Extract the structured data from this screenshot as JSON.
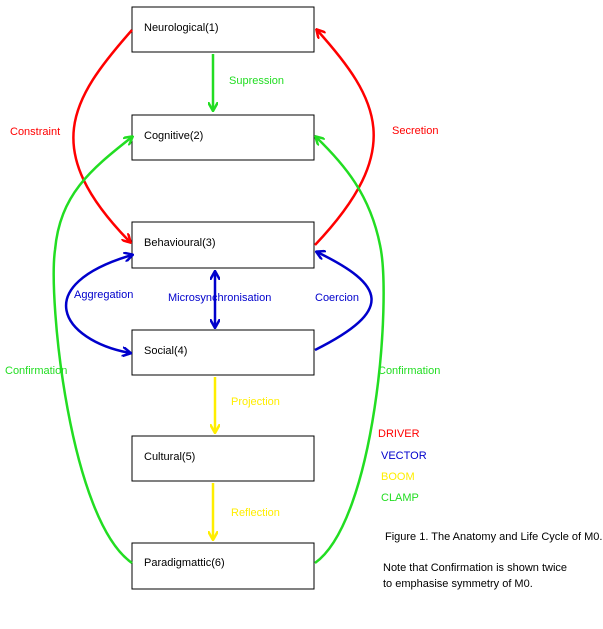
{
  "colors": {
    "driver": "#ff0000",
    "vector": "#0000cc",
    "boom": "#ffee00",
    "clamp": "#22dd22"
  },
  "nodes": [
    {
      "id": "neurological",
      "label": "Neurological(1)"
    },
    {
      "id": "cognitive",
      "label": "Cognitive(2)"
    },
    {
      "id": "behavioural",
      "label": "Behavioural(3)"
    },
    {
      "id": "social",
      "label": "Social(4)"
    },
    {
      "id": "cultural",
      "label": "Cultural(5)"
    },
    {
      "id": "paradigmatic",
      "label": "Paradigmattic(6)"
    }
  ],
  "edges": {
    "supression": "Supression",
    "constraint": "Constraint",
    "secretion": "Secretion",
    "aggregation": "Aggregation",
    "microsynchronisation": "Microsynchronisation",
    "coercion": "Coercion",
    "projection": "Projection",
    "reflection": "Reflection",
    "confirmation_left": "Confirmation",
    "confirmation_right": "Confirmation"
  },
  "legend": [
    {
      "label": "DRIVER",
      "color": "#ff0000"
    },
    {
      "label": "VECTOR",
      "color": "#0000cc"
    },
    {
      "label": "BOOM",
      "color": "#ffee00"
    },
    {
      "label": "CLAMP",
      "color": "#22dd22"
    }
  ],
  "caption": {
    "title": "Figure 1. The Anatomy and Life Cycle of M0.",
    "note_line1": "Note that Confirmation is shown twice",
    "note_line2": "to emphasise symmetry of M0."
  }
}
